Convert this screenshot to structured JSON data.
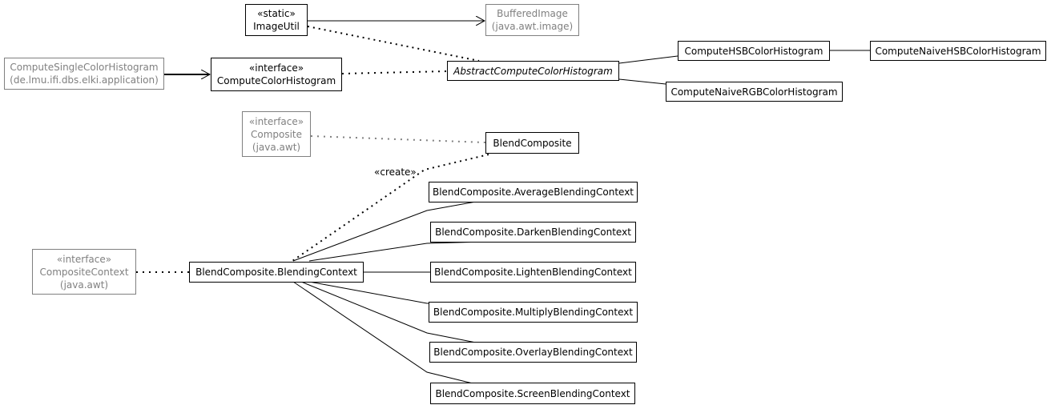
{
  "nodes": {
    "imageutil": {
      "stereotype": "«static»",
      "name": "ImageUtil"
    },
    "bufferedimage": {
      "name": "BufferedImage",
      "package": "(java.awt.image)"
    },
    "computesingle": {
      "name": "ComputeSingleColorHistogram",
      "package": "(de.lmu.ifi.dbs.elki.application)"
    },
    "computecolorhistogram": {
      "stereotype": "«interface»",
      "name": "ComputeColorHistogram"
    },
    "abstractcompute": {
      "name": "AbstractComputeColorHistogram"
    },
    "computehsb": {
      "name": "ComputeHSBColorHistogram"
    },
    "computenaivehsb": {
      "name": "ComputeNaiveHSBColorHistogram"
    },
    "computenaivergb": {
      "name": "ComputeNaiveRGBColorHistogram"
    },
    "composite": {
      "stereotype": "«interface»",
      "name": "Composite",
      "package": "(java.awt)"
    },
    "blendcomposite": {
      "name": "BlendComposite"
    },
    "average": {
      "name": "BlendComposite.AverageBlendingContext"
    },
    "darken": {
      "name": "BlendComposite.DarkenBlendingContext"
    },
    "lighten": {
      "name": "BlendComposite.LightenBlendingContext"
    },
    "multiply": {
      "name": "BlendComposite.MultiplyBlendingContext"
    },
    "overlay": {
      "name": "BlendComposite.OverlayBlendingContext"
    },
    "screen": {
      "name": "BlendComposite.ScreenBlendingContext"
    },
    "compositecontext": {
      "stereotype": "«interface»",
      "name": "CompositeContext",
      "package": "(java.awt)"
    },
    "blendingcontext": {
      "name": "BlendComposite.BlendingContext"
    }
  },
  "edge_labels": {
    "create": "«create»"
  },
  "colors": {
    "internal": "#000000",
    "external": "#808080"
  }
}
